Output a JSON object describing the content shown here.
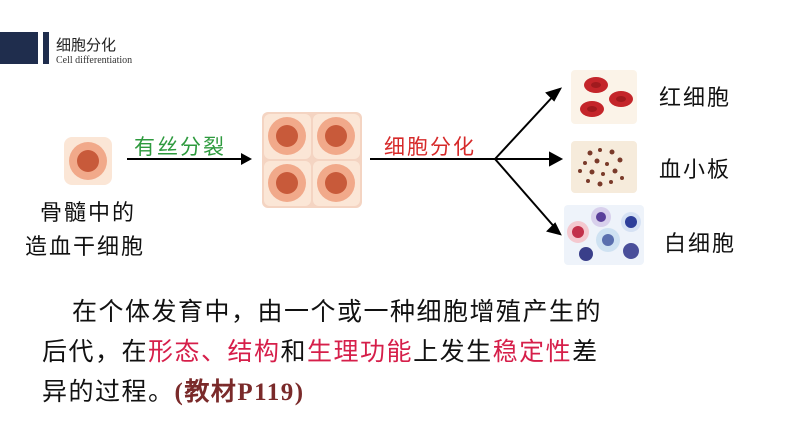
{
  "header": {
    "title": "细胞分化",
    "subtitle": "Cell differentiation"
  },
  "diagram": {
    "source_label": [
      "骨髓中的",
      "造血干细胞"
    ],
    "arrow1_label": "有丝分裂",
    "arrow2_label": "细胞分化",
    "outputs": [
      "红细胞",
      "血小板",
      "白细胞"
    ]
  },
  "paragraph": {
    "line1": "在个体发育中，由一个或一种细胞增殖产生的",
    "line2_a": "后代，在",
    "line2_b": "形态、结构",
    "line2_c": "和",
    "line2_d": "生理功能",
    "line2_e": "上发生",
    "line2_f": "稳定性",
    "line2_g": "差",
    "line3_a": "异的过程。",
    "line3_ref": "(教材P119)"
  },
  "colors": {
    "header_bar": "#1f2d4d",
    "mitosis_label": "#2e9a3e",
    "differentiation_label": "#d62a2a",
    "highlight": "#d61f4a"
  }
}
